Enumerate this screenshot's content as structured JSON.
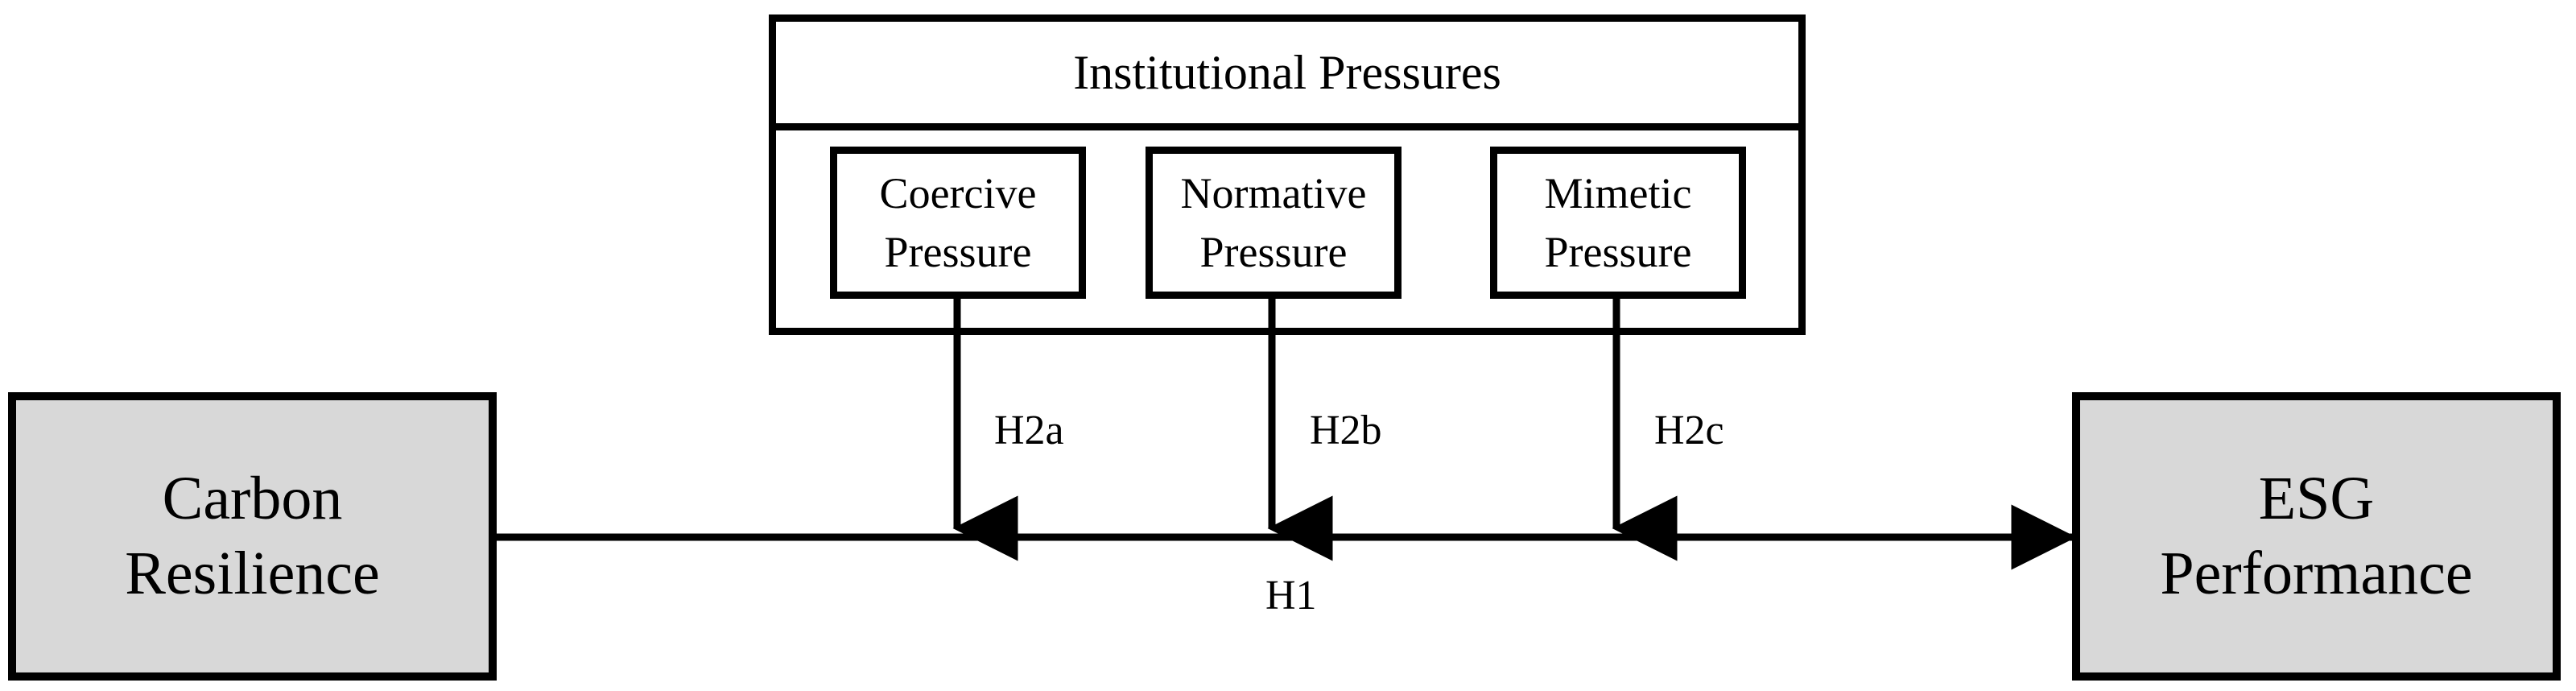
{
  "figure": {
    "type": "conceptual-research-model-diagram",
    "background_color": "#ffffff",
    "line_color": "#000000",
    "node_fill_gray": "#d8d8d8",
    "node_fill_white": "#ffffff"
  },
  "nodes": {
    "predictor": {
      "id": "carbon-resilience",
      "line1": "Carbon",
      "line2": "Resilience",
      "fill": "#d8d8d8"
    },
    "outcome": {
      "id": "esg-performance",
      "line1": "ESG",
      "line2": "Performance",
      "fill": "#d8d8d8"
    }
  },
  "moderator_group": {
    "title": "Institutional Pressures",
    "items": [
      {
        "id": "coercive-pressure",
        "line1": "Coercive",
        "line2": "Pressure"
      },
      {
        "id": "normative-pressure",
        "line1": "Normative",
        "line2": "Pressure"
      },
      {
        "id": "mimetic-pressure",
        "line1": "Mimetic",
        "line2": "Pressure"
      }
    ]
  },
  "hypotheses": {
    "main_effect": {
      "label": "H1",
      "from": "Carbon Resilience",
      "to": "ESG Performance",
      "direction": "horizontal-right"
    },
    "moderations": [
      {
        "label": "H2a",
        "from": "Coercive Pressure",
        "to": "H1 path",
        "direction": "down"
      },
      {
        "label": "H2b",
        "from": "Normative Pressure",
        "to": "H1 path",
        "direction": "down"
      },
      {
        "label": "H2c",
        "from": "Mimetic Pressure",
        "to": "H1 path",
        "direction": "down"
      }
    ]
  }
}
